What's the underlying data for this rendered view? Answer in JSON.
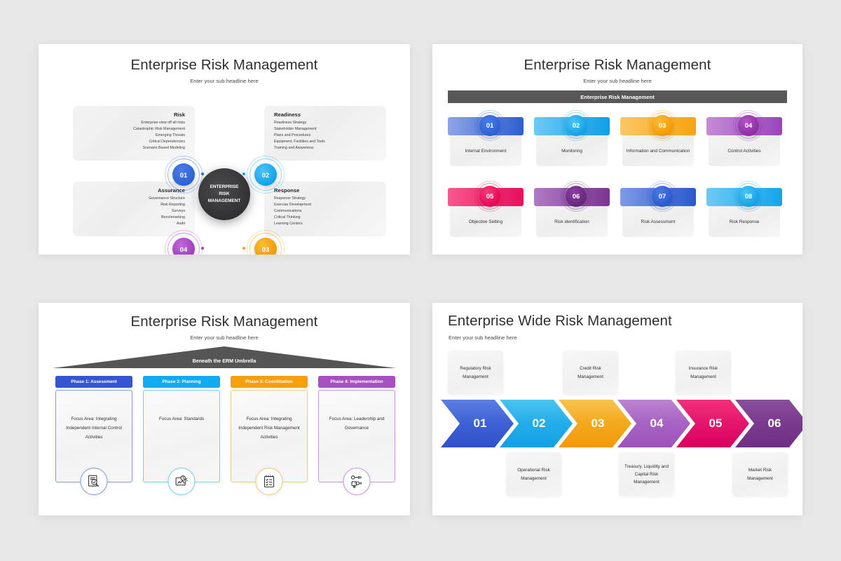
{
  "background_color": "#e8e7e8",
  "slide1": {
    "title": "Enterprise Risk Management",
    "subtitle": "Enter your sub headline here",
    "center_label_line1": "ENTERPRISE",
    "center_label_line2": "RISK",
    "center_label_line3": "MANAGEMENT",
    "quadrants": [
      {
        "number": "01",
        "heading": "Risk",
        "color": "#2f66d8",
        "items": [
          "Enterprise view off all risks",
          "Catastrophic Risk Management",
          "Emerging Threats",
          "Critical Dependencies",
          "Scenario Based Modeling"
        ]
      },
      {
        "number": "02",
        "heading": "Readiness",
        "color": "#19a8ec",
        "items": [
          "Readiness Strategy",
          "Stakeholder Management",
          "Plans and Procedures",
          "Equipment, Facilities and Tools",
          "Training and Awareness"
        ]
      },
      {
        "number": "03",
        "heading": "Response",
        "color": "#f0a006",
        "items": [
          "Response Strategy",
          "Exercise Development",
          "Communications",
          "Critical Thinking",
          "Learning Centers"
        ]
      },
      {
        "number": "04",
        "heading": "Assurance",
        "color": "#a343c0",
        "items": [
          "Governance Structure",
          "Risk Reporting",
          "Surveys",
          "Benchmarking",
          "Audit"
        ]
      }
    ]
  },
  "slide2": {
    "title": "Enterprise Risk Management",
    "subtitle": "Enter your sub headline here",
    "banner": "Enterprise Risk Management",
    "banner_color": "#585858",
    "items": [
      {
        "number": "01",
        "label": "Internal Environment",
        "disk": "#2f66d8",
        "grad_from": "#8ea4e8",
        "grad_to": "#2e5fd0"
      },
      {
        "number": "02",
        "label": "Monitoring",
        "disk": "#19a8ec",
        "grad_from": "#6fc9f4",
        "grad_to": "#0f9fe6"
      },
      {
        "number": "03",
        "label": "Information and Communication",
        "disk": "#f79f08",
        "grad_from": "#fbc766",
        "grad_to": "#f6a410"
      },
      {
        "number": "04",
        "label": "Control Activities",
        "disk": "#9333a8",
        "grad_from": "#c58bd8",
        "grad_to": "#9b45bb"
      },
      {
        "number": "05",
        "label": "Objective Setting",
        "disk": "#ea0e58",
        "grad_from": "#f7578e",
        "grad_to": "#e80f5d"
      },
      {
        "number": "06",
        "label": "Risk identification",
        "disk": "#6c2a80",
        "grad_from": "#b07ac4",
        "grad_to": "#7b3590"
      },
      {
        "number": "07",
        "label": "Risk Assessment",
        "disk": "#2f5fd4",
        "grad_from": "#7e9ae6",
        "grad_to": "#2b58cd"
      },
      {
        "number": "08",
        "label": "Risk Response",
        "disk": "#19a8ec",
        "grad_from": "#6ecaf5",
        "grad_to": "#13a5ea"
      }
    ]
  },
  "slide3": {
    "title": "Enterprise Risk Management",
    "subtitle": "Enter your sub headline here",
    "roof_label": "Beneath the ERM Umbrella",
    "roof_color": "#555555",
    "phases": [
      {
        "header": "Phase 1: Assessment",
        "color": "#3556d0",
        "border": "#7f9ae2",
        "focus": "Focus Area: Integrating Independent Internal Control Activities",
        "icon": "document-magnifier-icon"
      },
      {
        "header": "Phase 2: Planning",
        "color": "#11a9ef",
        "border": "#76cdf5",
        "focus": "Focus Area: Standards",
        "icon": "presentation-clock-icon"
      },
      {
        "header": "Phase 3: Coordination",
        "color": "#f59f0c",
        "border": "#f6c877",
        "focus": "Focus Area: Integrating Independent Risk Management Activities",
        "icon": "checklist-clipboard-icon"
      },
      {
        "header": "Phase 4: Implementation",
        "color": "#a650c2",
        "border": "#c894db",
        "focus": "Focus Area: Leadership and Governance",
        "icon": "settings-key-icon"
      }
    ]
  },
  "slide4": {
    "title": "Enterprise Wide Risk Management",
    "subtitle": "Enter your sub headline here",
    "chevrons": [
      {
        "number": "01",
        "grad_from": "#5b7fe0",
        "grad_to": "#3050c9"
      },
      {
        "number": "02",
        "grad_from": "#4cc3f2",
        "grad_to": "#12a0e4"
      },
      {
        "number": "03",
        "grad_from": "#f9c24f",
        "grad_to": "#f09a0b"
      },
      {
        "number": "04",
        "grad_from": "#bb85d2",
        "grad_to": "#9c52b9"
      },
      {
        "number": "05",
        "grad_from": "#f2307b",
        "grad_to": "#d9005f"
      },
      {
        "number": "06",
        "grad_from": "#8b4e9e",
        "grad_to": "#6f2f84"
      }
    ],
    "cards_top": [
      "Regulatory Risk Management",
      "Credit Risk Management",
      "Insurance Risk Management"
    ],
    "cards_bottom": [
      "Operational Risk Management",
      "Treasury, Liquidity and Capital Risk Management",
      "Market Risk Management"
    ]
  }
}
